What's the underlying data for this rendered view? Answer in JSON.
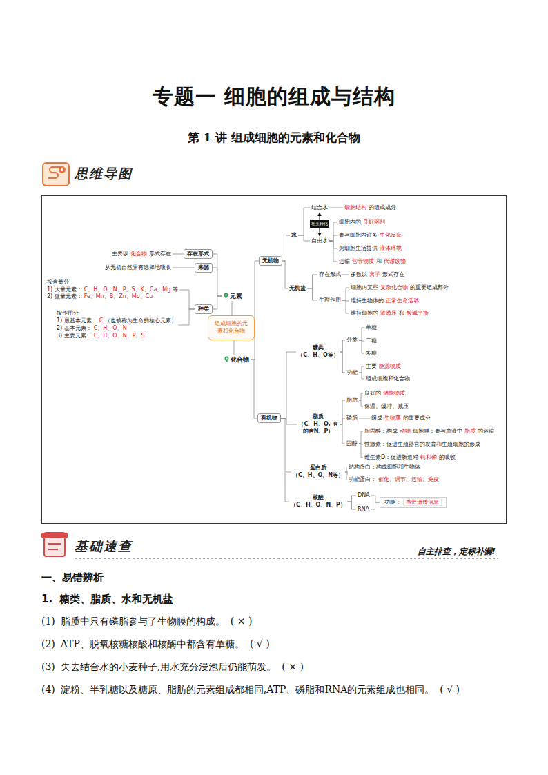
{
  "diagram": {
    "title": "专题一  细胞的组成与结构",
    "nodes": [
      {
        "text": [
          "组成细胞的元素和化合物"
        ]
      },
      {
        "text": [
          "元素"
        ]
      },
      {
        "text": [
          "化合物"
        ]
      },
      {
        "text": [
          "存在形式"
        ]
      },
      {
        "text": [
          "主要以",
          "化合物",
          "形式存在"
        ]
      },
      {
        "text": [
          "来源"
        ]
      },
      {
        "text": [
          "从无机自然界有选择地吸收"
        ]
      },
      {
        "text": [
          "种类"
        ]
      },
      {
        "text": [
          "按含量分",
          "1) 大量元素：",
          "C、H、O、N、P、S、K、Ca、Mg",
          "等",
          "2) 微量元素：",
          "Fe、Mn、B、Zn、Mo、Cu"
        ]
      },
      {
        "text": [
          "按作用分",
          "1) 最基本元素：",
          "C",
          "（也被称为生命的核心元素）",
          "2) 基本元素：",
          "C、H、O、N",
          "3) 主要元素：",
          "C、H、O、N、P、S"
        ]
      },
      {
        "text": [
          "无机物"
        ]
      },
      {
        "text": [
          "水"
        ]
      },
      {
        "text": [
          "结合水"
        ]
      },
      {
        "text": [
          "细胞结构",
          "的组成成分"
        ]
      },
      {
        "text": [
          "自由水"
        ]
      },
      {
        "text": [
          "细胞内的",
          "良好溶剂"
        ]
      },
      {
        "text": [
          "参与细胞内许多",
          "生化反应"
        ]
      },
      {
        "text": [
          "为细胞生活提供",
          "液体环境"
        ]
      },
      {
        "text": [
          "运输",
          "营养物质",
          "和",
          "代谢废物"
        ]
      },
      {
        "text": [
          "无机盐"
        ]
      },
      {
        "text": [
          "存在形式"
        ]
      },
      {
        "text": [
          "多数以",
          "离子",
          "形式存在"
        ]
      },
      {
        "text": [
          "生理作用"
        ]
      },
      {
        "text": [
          "细胞内某些",
          "复杂化合物",
          "的重要组成部分"
        ]
      },
      {
        "text": [
          "维持生物体的",
          "正常生命活动"
        ]
      },
      {
        "text": [
          "维持细胞的",
          "渗透压",
          "和",
          "酸碱平衡"
        ]
      },
      {
        "text": [
          "有机物"
        ]
      },
      {
        "text": [
          "糖类",
          "（C、H、O等）"
        ]
      },
      {
        "text": [
          "分类"
        ]
      },
      {
        "text": [
          "单糖"
        ]
      },
      {
        "text": [
          "二糖"
        ]
      },
      {
        "text": [
          "多糖"
        ]
      },
      {
        "text": [
          "功能"
        ]
      },
      {
        "text": [
          "主要",
          "能源物质"
        ]
      },
      {
        "text": [
          "组成细胞和化合物"
        ]
      },
      {
        "text": [
          "脂质",
          "（C、H、O, 有的含N、P）"
        ]
      },
      {
        "text": [
          "脂肪"
        ]
      },
      {
        "text": [
          "良好的",
          "储能物质"
        ]
      },
      {
        "text": [
          "保温、缓冲、减压"
        ]
      },
      {
        "text": [
          "磷脂"
        ]
      },
      {
        "text": [
          "组成",
          "生物膜",
          "的重要成分"
        ]
      },
      {
        "text": [
          "固醇"
        ]
      },
      {
        "text": [
          "胆固醇：构成",
          "动物",
          "细胞膜；参与血液中",
          "脂质",
          "的运输"
        ]
      },
      {
        "text": [
          "性激素：促进生殖器官的发育和生殖细胞的形成"
        ]
      },
      {
        "text": [
          "维生素D：促进肠道对",
          "钙和磷",
          "的吸收"
        ]
      },
      {
        "text": [
          "蛋白质",
          "（C、H、O、N等）"
        ]
      },
      {
        "text": [
          "结构蛋白：构成细胞和生物体"
        ]
      },
      {
        "text": [
          "功能蛋白：",
          "催化、调节、运输、免疫"
        ]
      },
      {
        "text": [
          "核酸",
          "（C、H、O、N、P）"
        ]
      },
      {
        "text": [
          "DNA"
        ]
      },
      {
        "text": [
          "RNA"
        ]
      },
      {
        "text": [
          "功能：",
          "携带遗传信息"
        ]
      }
    ],
    "edges": [
      {
        "from": 0,
        "to": 1,
        "arrow": "none"
      },
      {
        "from": 0,
        "to": 2,
        "arrow": "none"
      },
      {
        "from": 1,
        "to": 3,
        "arrow": "none"
      },
      {
        "from": 1,
        "to": 5,
        "arrow": "none"
      },
      {
        "from": 1,
        "to": 7,
        "arrow": "none"
      },
      {
        "from": 3,
        "to": 4,
        "arrow": "none"
      },
      {
        "from": 5,
        "to": 6,
        "arrow": "none"
      },
      {
        "from": 7,
        "to": 8,
        "arrow": "none"
      },
      {
        "from": 7,
        "to": 9,
        "arrow": "none"
      },
      {
        "from": 2,
        "to": 10,
        "arrow": "none"
      },
      {
        "from": 2,
        "to": 26,
        "arrow": "none"
      },
      {
        "from": 10,
        "to": 11,
        "arrow": "none"
      },
      {
        "from": 10,
        "to": 19,
        "arrow": "none"
      },
      {
        "from": 11,
        "to": 12,
        "arrow": "none"
      },
      {
        "from": 11,
        "to": 14,
        "arrow": "none"
      },
      {
        "from": 12,
        "to": 14,
        "arrow": "both",
        "label": "相互转化"
      },
      {
        "from": 12,
        "to": 13,
        "arrow": "none"
      },
      {
        "from": 14,
        "to": 15,
        "arrow": "none"
      },
      {
        "from": 14,
        "to": 16,
        "arrow": "none"
      },
      {
        "from": 14,
        "to": 17,
        "arrow": "none"
      },
      {
        "from": 14,
        "to": 18,
        "arrow": "none"
      },
      {
        "from": 19,
        "to": 20,
        "arrow": "none"
      },
      {
        "from": 19,
        "to": 22,
        "arrow": "none"
      },
      {
        "from": 20,
        "to": 21,
        "arrow": "none"
      },
      {
        "from": 22,
        "to": 23,
        "arrow": "none"
      },
      {
        "from": 22,
        "to": 24,
        "arrow": "none"
      },
      {
        "from": 22,
        "to": 25,
        "arrow": "none"
      },
      {
        "from": 26,
        "to": 27,
        "arrow": "none"
      },
      {
        "from": 26,
        "to": 35,
        "arrow": "none"
      },
      {
        "from": 26,
        "to": 45,
        "arrow": "none"
      },
      {
        "from": 26,
        "to": 48,
        "arrow": "none"
      },
      {
        "from": 27,
        "to": 28,
        "arrow": "none"
      },
      {
        "from": 27,
        "to": 32,
        "arrow": "none"
      },
      {
        "from": 28,
        "to": 29,
        "arrow": "none"
      },
      {
        "from": 28,
        "to": 30,
        "arrow": "none"
      },
      {
        "from": 28,
        "to": 31,
        "arrow": "none"
      },
      {
        "from": 32,
        "to": 33,
        "arrow": "none"
      },
      {
        "from": 32,
        "to": 34,
        "arrow": "none"
      },
      {
        "from": 35,
        "to": 36,
        "arrow": "none"
      },
      {
        "from": 35,
        "to": 39,
        "arrow": "none"
      },
      {
        "from": 35,
        "to": 41,
        "arrow": "none"
      },
      {
        "from": 36,
        "to": 37,
        "arrow": "none"
      },
      {
        "from": 36,
        "to": 38,
        "arrow": "none"
      },
      {
        "from": 39,
        "to": 40,
        "arrow": "none"
      },
      {
        "from": 41,
        "to": 42,
        "arrow": "none"
      },
      {
        "from": 41,
        "to": 43,
        "arrow": "none"
      },
      {
        "from": 41,
        "to": 44,
        "arrow": "none"
      },
      {
        "from": 45,
        "to": 46,
        "arrow": "none"
      },
      {
        "from": 45,
        "to": 47,
        "arrow": "none"
      },
      {
        "from": 48,
        "to": 49,
        "arrow": "none"
      },
      {
        "from": 48,
        "to": 50,
        "arrow": "none"
      },
      {
        "from": 49,
        "to": 51,
        "arrow": "none"
      },
      {
        "from": 50,
        "to": 51,
        "arrow": "none"
      }
    ],
    "labels": [
      "第 1 讲  组成细胞的元素和化合物",
      "思维导图",
      "基础速查",
      "自主排查，定标补漏!",
      "一、易错辨析",
      "1.",
      "糖类、脂质、水和无机盐",
      "(1)",
      "脂质中只有磷脂参与了生物膜的构成。",
      "( × )",
      "(2)",
      "ATP、脱氧核糖核酸和核酶中都含有单糖。",
      "( √ )",
      "(3)",
      "失去结合水的小麦种子,用水充分浸泡后仍能萌发。",
      "( × )",
      "(4)",
      "淀粉、半乳糖以及糖原、脂肪的元素组成都相同,ATP、磷脂和RNA的元素组成也相同。",
      "( √ )"
    ]
  }
}
